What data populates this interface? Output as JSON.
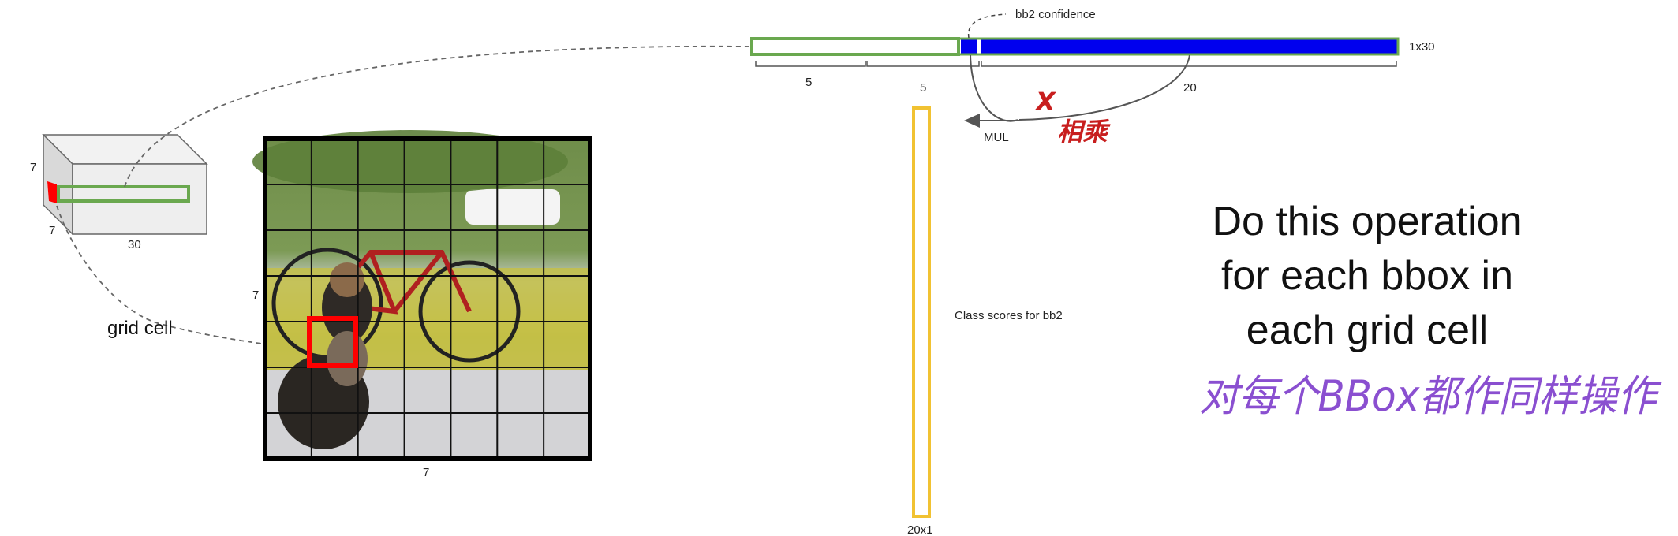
{
  "top_vector": {
    "size_label": "1x30",
    "confidence_label": "bb2 confidence",
    "segments": [
      "5",
      "5",
      "20"
    ],
    "box_color": "#6aa84f",
    "class_color": "#0000ee"
  },
  "operation": {
    "mul_label": "MUL",
    "times_sign": "X",
    "multiply_cn": "相乘"
  },
  "class_column": {
    "label": "Class scores for bb2",
    "size_label": "20x1",
    "color": "#f1c232"
  },
  "tensor": {
    "dim_height": "7",
    "dim_depth": "7",
    "dim_width": "30",
    "highlight_color": "#ff0000"
  },
  "image": {
    "grid_size": 7,
    "label_left": "7",
    "label_bottom": "7",
    "grid_cell_label": "grid cell",
    "cell_highlight_color": "#ff0000"
  },
  "instruction": {
    "lines": [
      "Do this operation",
      "for each bbox in",
      "each grid cell"
    ],
    "translation": "对每个BBox都作同样操作",
    "translation_color": "#8a4fd0"
  }
}
